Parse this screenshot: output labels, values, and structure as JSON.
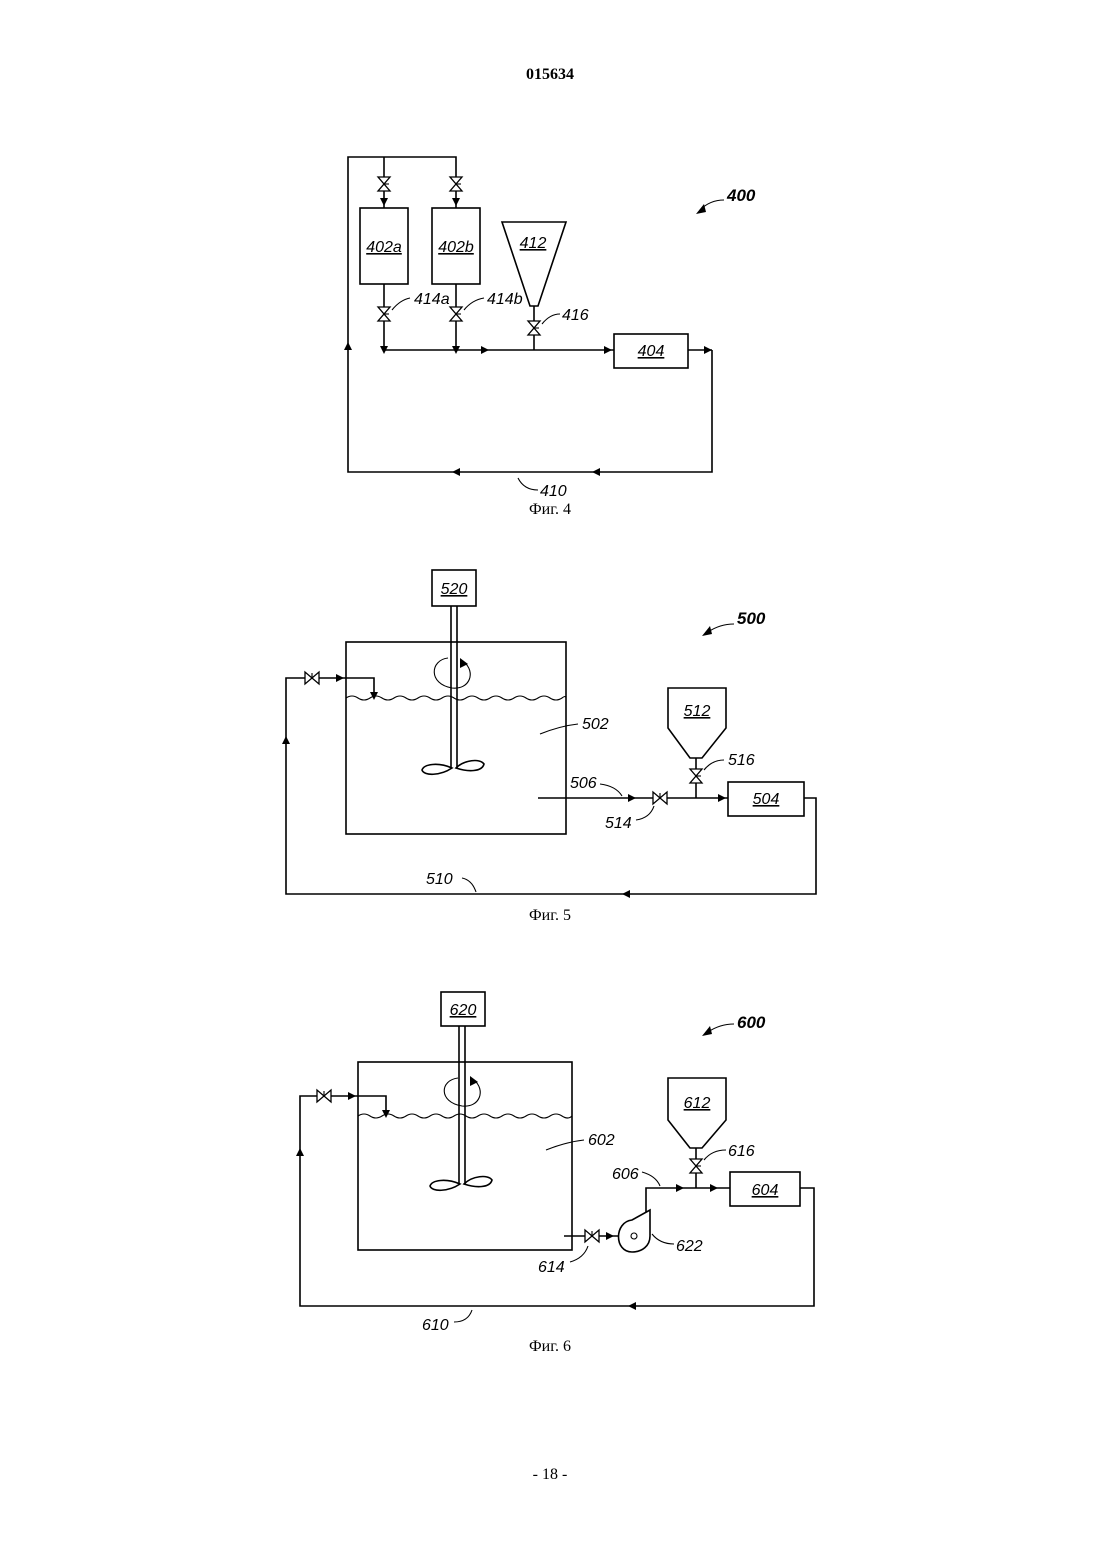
{
  "header": {
    "doc_number": "015634"
  },
  "footer": {
    "page_number": "- 18 -"
  },
  "fig4": {
    "caption": "Фиг. 4",
    "ref": "400",
    "box_402a": "402a",
    "box_402b": "402b",
    "hopper": "412",
    "box_404": "404",
    "valve_414a": "414a",
    "valve_414b": "414b",
    "valve_416": "416",
    "line_410": "410"
  },
  "fig5": {
    "caption": "Фиг. 5",
    "ref": "500",
    "motor": "520",
    "tank": "502",
    "hopper": "512",
    "box_504": "504",
    "line_506": "506",
    "valve_514": "514",
    "valve_516": "516",
    "line_510": "510"
  },
  "fig6": {
    "caption": "Фиг. 6",
    "ref": "600",
    "motor": "620",
    "tank": "602",
    "hopper": "612",
    "box_604": "604",
    "line_606": "606",
    "valve_614": "614",
    "valve_616": "616",
    "pump": "622",
    "line_610": "610"
  }
}
